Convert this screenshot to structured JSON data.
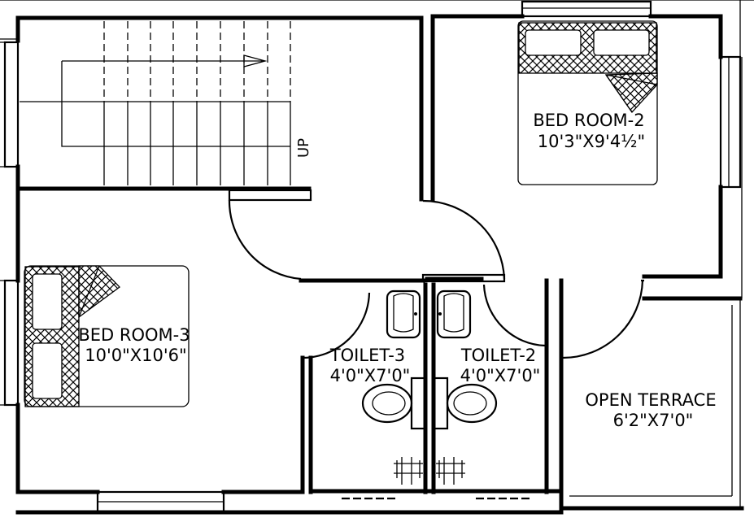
{
  "rooms": {
    "bed_room_2": {
      "name": "BED ROOM-2",
      "size": "10'3\"X9'4½\""
    },
    "bed_room_3": {
      "name": "BED ROOM-3",
      "size": "10'0\"X10'6\""
    },
    "toilet_3": {
      "name": "TOILET-3",
      "size": "4'0\"X7'0\""
    },
    "toilet_2": {
      "name": "TOILET-2",
      "size": "4'0\"X7'0\""
    },
    "open_terrace": {
      "name": "OPEN TERRACE",
      "size": "6'2\"X7'0\""
    }
  },
  "stair": {
    "direction_label": "UP"
  }
}
